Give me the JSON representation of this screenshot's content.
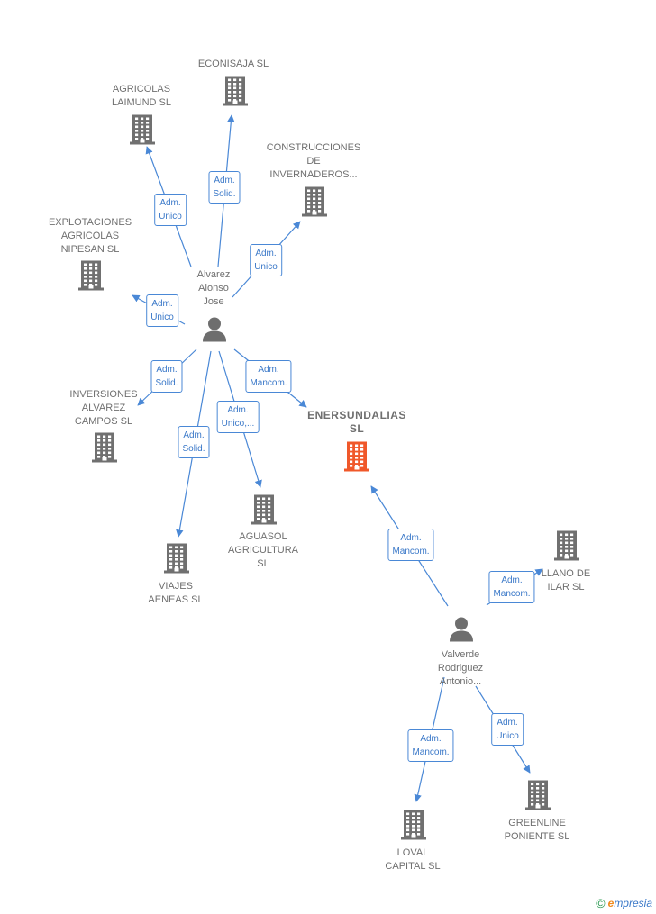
{
  "colors": {
    "edge": "#4a88d6",
    "company": "#707070",
    "focus_company": "#f0582a",
    "person": "#6e6e6e"
  },
  "nodes": [
    {
      "id": "econisaja",
      "type": "company",
      "label_lines": [
        "ECONISAJA  SL"
      ]
    },
    {
      "id": "agricolas_laimund",
      "type": "company",
      "label_lines": [
        "AGRICOLAS",
        "LAIMUND SL"
      ]
    },
    {
      "id": "construcciones",
      "type": "company",
      "label_lines": [
        "CONSTRUCCIONES",
        "DE",
        "INVERNADEROS..."
      ]
    },
    {
      "id": "explotaciones",
      "type": "company",
      "label_lines": [
        "EXPLOTACIONES",
        "AGRICOLAS",
        "NIPESAN SL"
      ]
    },
    {
      "id": "alvarez",
      "type": "person",
      "label_lines": [
        "Alvarez",
        "Alonso",
        "Jose"
      ]
    },
    {
      "id": "inversiones",
      "type": "company",
      "label_lines": [
        "INVERSIONES",
        "ALVAREZ",
        "CAMPOS  SL"
      ]
    },
    {
      "id": "enersundalias",
      "type": "focus",
      "label_lines": [
        "ENERSUNDALIAS",
        "SL"
      ]
    },
    {
      "id": "aguasol",
      "type": "company",
      "label_lines": [
        "AGUASOL",
        "AGRICULTURA",
        "SL"
      ]
    },
    {
      "id": "viajes",
      "type": "company",
      "label_lines": [
        "VIAJES",
        "AENEAS SL"
      ]
    },
    {
      "id": "llano",
      "type": "company",
      "label_lines": [
        "LLANO DE",
        "ILAR  SL"
      ]
    },
    {
      "id": "valverde",
      "type": "person",
      "label_lines": [
        "Valverde",
        "Rodriguez",
        "Antonio..."
      ]
    },
    {
      "id": "loval",
      "type": "company",
      "label_lines": [
        "LOVAL",
        "CAPITAL  SL"
      ]
    },
    {
      "id": "greenline",
      "type": "company",
      "label_lines": [
        "GREENLINE",
        "PONIENTE  SL"
      ]
    }
  ],
  "edges": [
    {
      "from": "alvarez",
      "to": "econisaja",
      "label_lines": [
        "Adm.",
        "Solid."
      ]
    },
    {
      "from": "alvarez",
      "to": "agricolas_laimund",
      "label_lines": [
        "Adm.",
        "Unico"
      ]
    },
    {
      "from": "alvarez",
      "to": "construcciones",
      "label_lines": [
        "Adm.",
        "Unico"
      ]
    },
    {
      "from": "alvarez",
      "to": "explotaciones",
      "label_lines": [
        "Adm.",
        "Unico"
      ]
    },
    {
      "from": "alvarez",
      "to": "inversiones",
      "label_lines": [
        "Adm.",
        "Solid."
      ]
    },
    {
      "from": "alvarez",
      "to": "enersundalias",
      "label_lines": [
        "Adm.",
        "Mancom."
      ]
    },
    {
      "from": "alvarez",
      "to": "aguasol",
      "label_lines": [
        "Adm.",
        "Unico,..."
      ]
    },
    {
      "from": "alvarez",
      "to": "viajes",
      "label_lines": [
        "Adm.",
        "Solid."
      ]
    },
    {
      "from": "valverde",
      "to": "enersundalias",
      "label_lines": [
        "Adm.",
        "Mancom."
      ]
    },
    {
      "from": "valverde",
      "to": "llano",
      "label_lines": [
        "Adm.",
        "Mancom."
      ]
    },
    {
      "from": "valverde",
      "to": "loval",
      "label_lines": [
        "Adm.",
        "Mancom."
      ]
    },
    {
      "from": "valverde",
      "to": "greenline",
      "label_lines": [
        "Adm.",
        "Unico"
      ]
    }
  ],
  "footer": {
    "copyright": "©",
    "brand_initial": "e",
    "brand_rest": "mpresia"
  }
}
